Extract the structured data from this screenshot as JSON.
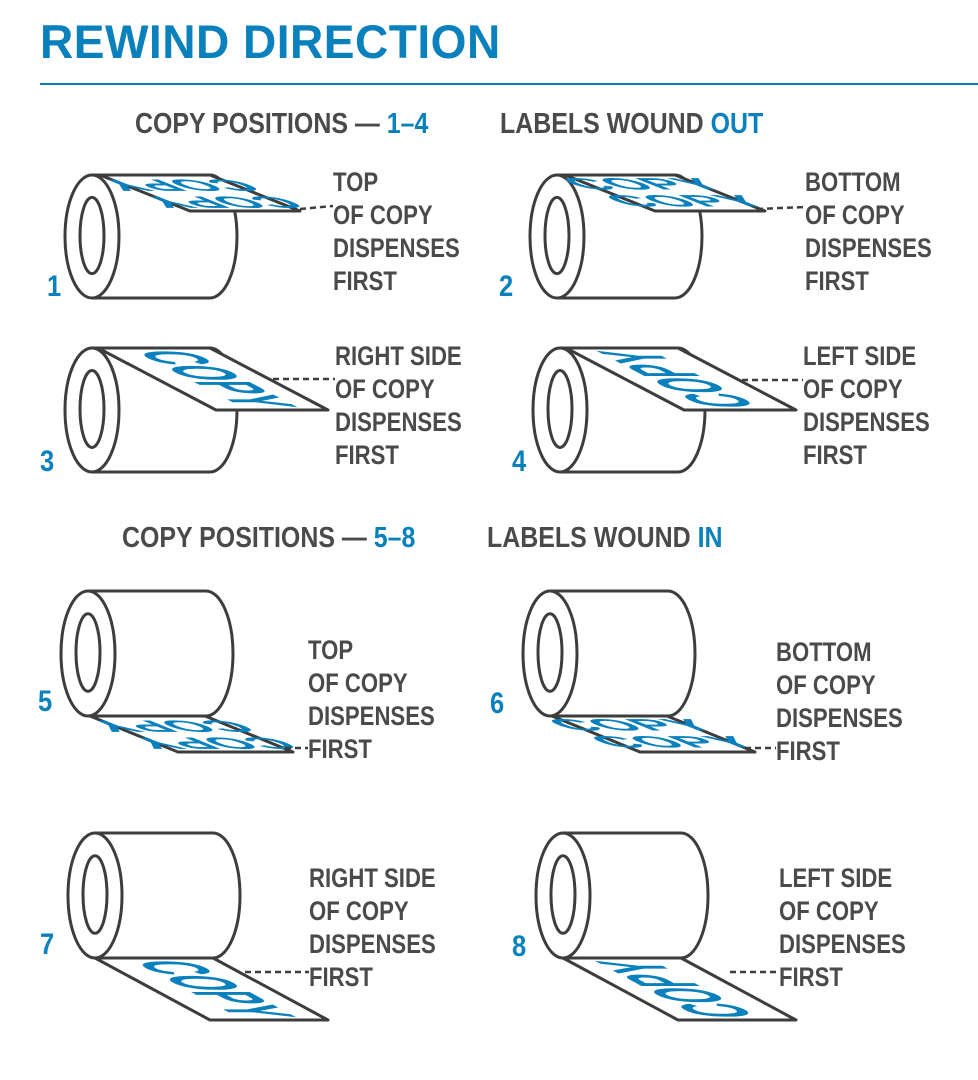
{
  "title": "REWIND DIRECTION",
  "sections": [
    {
      "prefix": "COPY POSITIONS —",
      "range": "1–4",
      "wound_prefix": "LABELS WOUND",
      "wound_dir": "OUT"
    },
    {
      "prefix": "COPY POSITIONS —",
      "range": "5–8",
      "wound_prefix": "LABELS WOUND",
      "wound_dir": "IN"
    }
  ],
  "label_text": "COPY",
  "rolls": [
    {
      "number": "1",
      "caption": [
        "TOP",
        "OF COPY",
        "DISPENSES",
        "FIRST"
      ]
    },
    {
      "number": "2",
      "caption": [
        "BOTTOM",
        "OF COPY",
        "DISPENSES",
        "FIRST"
      ]
    },
    {
      "number": "3",
      "caption": [
        "RIGHT SIDE",
        "OF COPY",
        "DISPENSES",
        "FIRST"
      ]
    },
    {
      "number": "4",
      "caption": [
        "LEFT SIDE",
        "OF COPY",
        "DISPENSES",
        "FIRST"
      ]
    },
    {
      "number": "5",
      "caption": [
        "TOP",
        "OF COPY",
        "DISPENSES",
        "FIRST"
      ]
    },
    {
      "number": "6",
      "caption": [
        "BOTTOM",
        "OF COPY",
        "DISPENSES",
        "FIRST"
      ]
    },
    {
      "number": "7",
      "caption": [
        "RIGHT SIDE",
        "OF COPY",
        "DISPENSES",
        "FIRST"
      ]
    },
    {
      "number": "8",
      "caption": [
        "LEFT SIDE",
        "OF COPY",
        "DISPENSES",
        "FIRST"
      ]
    }
  ],
  "colors": {
    "accent": "#0a80bd",
    "text": "#4a4a4a",
    "stroke": "#3d3d3d"
  }
}
